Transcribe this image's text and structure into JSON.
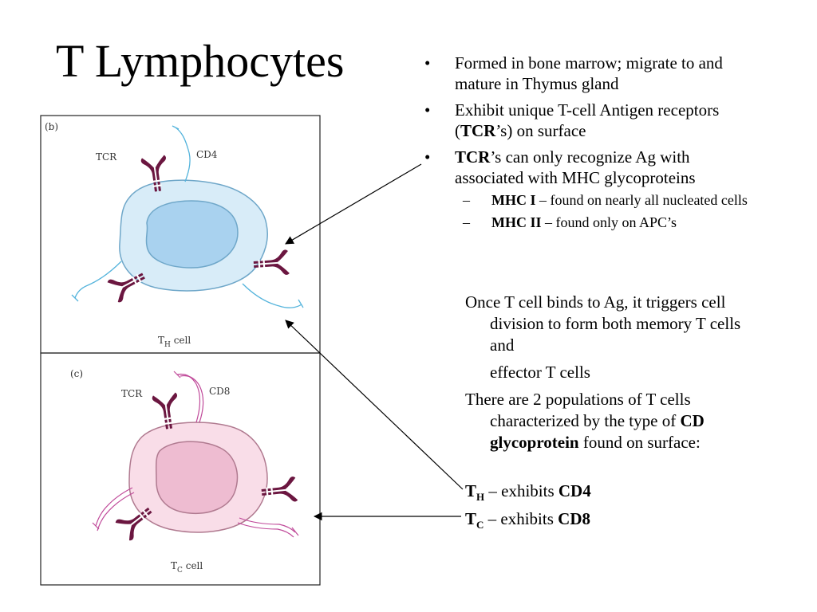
{
  "title": "T Lymphocytes",
  "bullets": {
    "b1": "Formed in bone marrow; migrate to and mature in Thymus gland",
    "b2_pre": "Exhibit unique T-cell Antigen receptors (",
    "b2_bold": "TCR",
    "b2_post": "’s) on surface",
    "b3_bold": "TCR",
    "b3_post": "’s can only recognize Ag with associated with MHC glycoproteins",
    "sub1_bold": "MHC I",
    "sub1_text": " – found on nearly all nucleated cells",
    "sub2_bold": "MHC II",
    "sub2_text": " – found only on APC’s"
  },
  "paragraphs": {
    "p1": "Once T cell binds to Ag, it triggers cell division to form both memory T cells and",
    "p1_cont": "effector T cells",
    "p2_pre": "There are 2 populations of T cells characterized by the type of ",
    "p2_bold": "CD glycoprotein",
    "p2_post": " found on surface:"
  },
  "populations": {
    "th_t": "T",
    "th_sub": "H",
    "th_text": " – exhibits ",
    "th_cd": "CD4",
    "tc_t": "T",
    "tc_sub": "C",
    "tc_text": " – exhibits ",
    "tc_cd": "CD8"
  },
  "diagram": {
    "panel_b": {
      "letter": "(b)",
      "tcr": "TCR",
      "cd": "CD4",
      "cell_t": "T",
      "cell_sub": "H",
      "cell_word": " cell"
    },
    "panel_c": {
      "letter": "(c)",
      "tcr": "TCR",
      "cd": "CD8",
      "cell_t": "T",
      "cell_sub": "C",
      "cell_word": " cell"
    }
  },
  "colors": {
    "th_cell_outer": "#d8ecf8",
    "th_cell_nucleus": "#a9d2ef",
    "th_cell_stroke": "#6fa7c9",
    "th_cd_line": "#55b4dc",
    "tc_cell_outer": "#f9dde8",
    "tc_cell_nucleus": "#eebcd1",
    "tc_cell_stroke": "#b07a90",
    "tc_cd_line": "#c04a9a",
    "receptor": "#6b1640"
  }
}
